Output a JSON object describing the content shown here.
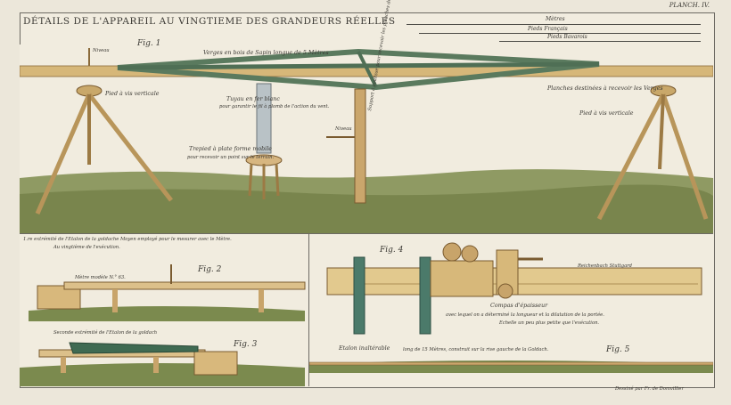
{
  "header": {
    "title": "DÉTAILS DE L'APPAREIL AU VINGTIEME DES GRANDEURS RÉELLES",
    "planche": "PLANCH. IV."
  },
  "scales": {
    "metres": "Mètres",
    "pieds_francais": "Pieds Français",
    "pieds_bavarois": "Pieds Bavarois"
  },
  "fig1": {
    "label": "Fig. 1",
    "verges": "Verges en bois de Sapin longue de 5 Mètres",
    "planches": "Planches destinées à recevoir les Verges",
    "pied_left": "Pied à vis verticale",
    "pied_right": "Pied à vis verticale",
    "tuyau": "Tuyau en fer blanc",
    "tuyau_note": "pour garantir le fil à plomb de l'action du vent.",
    "trepied": "Trepied à plate forme mobile",
    "trepied_note": "pour recevoir un point sur le terrain.",
    "niveau_left": "Niveau",
    "niveau_mid": "Niveau",
    "support": "Support à coulisse pour recevoir les planches de niveau."
  },
  "fig2": {
    "label": "Fig. 2",
    "caption": "1.re extrémité de l'Etalon de la goldache Moyen employé pour le mesurer avec le Mètre.",
    "caption2": "Au vingtième de l'exécution.",
    "metre": "Mètre modèle N.° 63.",
    "seconde": "Seconde extrémité de l'Etalon de la goldach"
  },
  "fig3": {
    "label": "Fig. 3"
  },
  "fig4": {
    "label": "Fig. 4",
    "compas": "Compas d'épaisseur",
    "compas_note": "avec lequel on a déterminé la longueur et la dilatation de la portée.",
    "echelle": "Echelle un peu plus petite que l'exécution.",
    "maker": "Reichenbach Stuttgard"
  },
  "fig5": {
    "label": "Fig. 5",
    "etalon": "Etalon inaltérable",
    "etalon_note": "long de 15 Mètres, construit sur la rive gauche de la Goldach."
  },
  "credit": "Dessiné par Fr. de Domvillier"
}
